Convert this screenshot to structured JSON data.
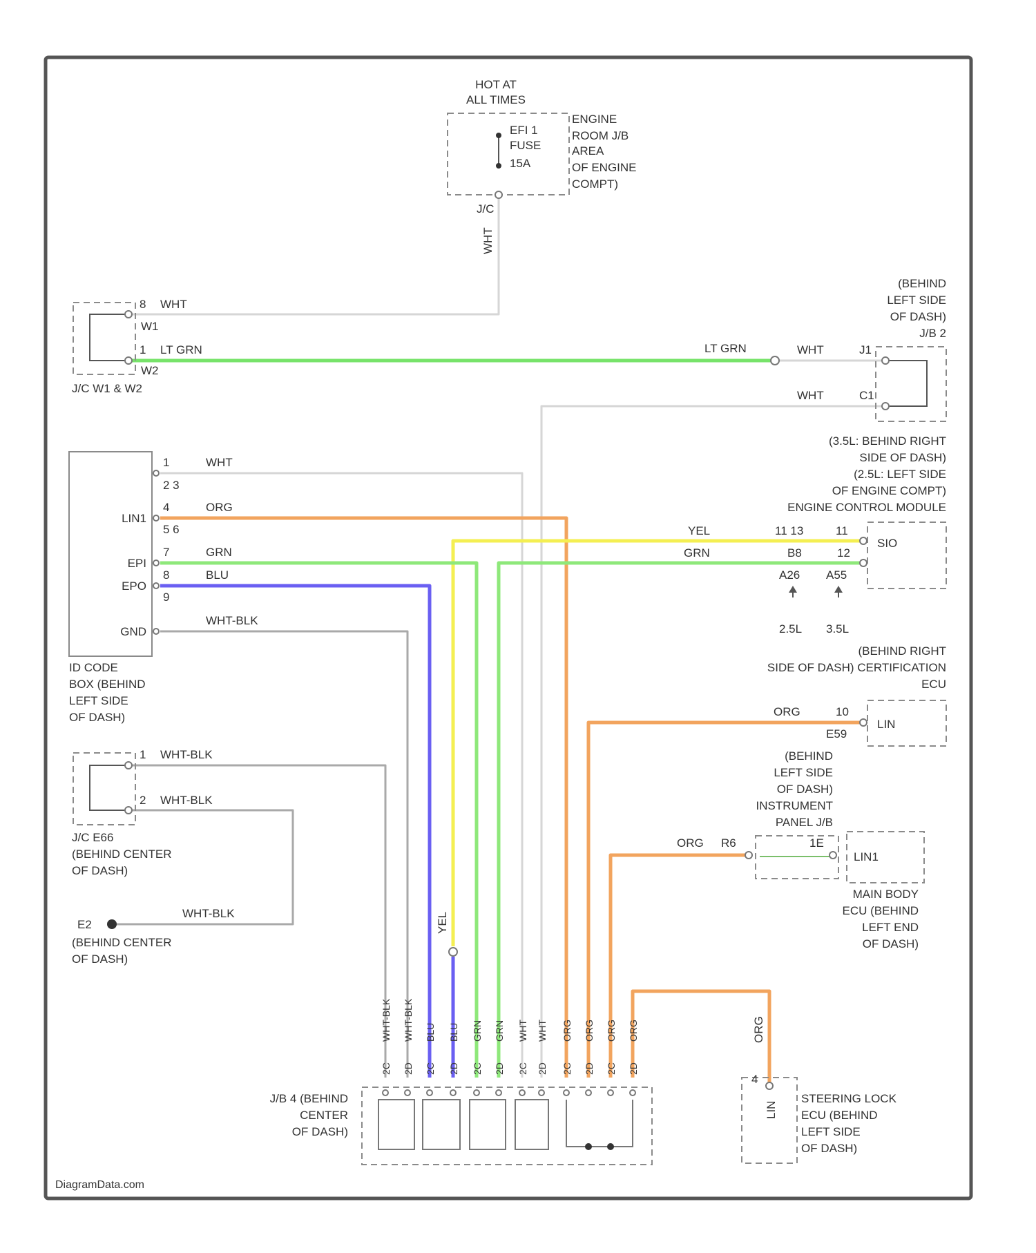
{
  "colors": {
    "wht": "#d6d6d6",
    "ltgrn": "#77e36a",
    "grn": "#8ee87a",
    "org": "#f2a45e",
    "yel": "#f4ef52",
    "blu": "#6a5ff2",
    "whtblk": "#a9a9a9"
  },
  "watermark": "DiagramData.com",
  "fuse": {
    "hot": "HOT AT",
    "hot2": "ALL TIMES",
    "l1": "EFI 1",
    "l2": "FUSE",
    "l3": "15A",
    "loc1": "ENGINE",
    "loc2": "ROOM J/B",
    "loc3": "AREA",
    "loc4": "OF ENGINE",
    "loc5": "COMPT)",
    "conn": "J/C",
    "wire": "WHT"
  },
  "jc1": {
    "pin_a": "8",
    "pin_b": "1",
    "conn_a": "W1",
    "conn_b": "W2",
    "name": "J/C W1 & W2",
    "wire_a": "WHT",
    "wire_b": "LT GRN"
  },
  "jb2": {
    "loc1": "(BEHIND",
    "loc2": "LEFT SIDE",
    "loc3": "OF DASH)",
    "name": "J/B 2",
    "pin_a": "J1",
    "pin_b": "C1",
    "wire_in": "LT GRN",
    "wire_a": "WHT",
    "wire_b": "WHT"
  },
  "ecm": {
    "l1": "(3.5L: BEHIND RIGHT",
    "l2": "SIDE OF DASH)",
    "l3": "(2.5L: LEFT SIDE",
    "l4": "OF ENGINE COMPT)",
    "name": "ENGINE CONTROL MODULE",
    "pin_label": "SIO",
    "pin1a": "11 13",
    "pin1b": "11",
    "pin2a": "B8",
    "pin2b": "12",
    "conn_a": "A26",
    "conn_b": "A55",
    "eng_a": "2.5L",
    "eng_b": "3.5L",
    "wire1": "YEL",
    "wire2": "GRN"
  },
  "idbox": {
    "p1": "1",
    "p2": "2 3",
    "p4": "4",
    "p5": "5 6",
    "p7": "7",
    "p8": "8",
    "p9": "9",
    "lin": "LIN1",
    "epi": "EPI",
    "epo": "EPO",
    "gnd": "GND",
    "n1": "ID CODE",
    "n2": "BOX (BEHIND",
    "n3": "LEFT SIDE",
    "n4": "OF DASH)",
    "w1": "WHT",
    "w4": "ORG",
    "w7": "GRN",
    "w8": "BLU",
    "wg": "WHT-BLK"
  },
  "cert": {
    "l1": "(BEHIND RIGHT",
    "l2": "SIDE OF DASH) CERTIFICATION",
    "l3": "ECU",
    "pin": "10",
    "conn": "E59",
    "label": "LIN",
    "wire": "ORG"
  },
  "jce": {
    "p1": "1",
    "p2": "2",
    "name": "J/C E66",
    "l2": "(BEHIND CENTER",
    "l3": "OF DASH)",
    "w1": "WHT-BLK",
    "w2": "WHT-BLK"
  },
  "gnd": {
    "label": "E2",
    "l1": "(BEHIND CENTER",
    "l2": "OF DASH)",
    "wire": "WHT-BLK"
  },
  "ipjb": {
    "l1": "(BEHIND",
    "l2": "LEFT SIDE",
    "l3": "OF DASH)",
    "l4": "INSTRUMENT",
    "l5": "PANEL J/B",
    "pin": "1E",
    "wire": "ORG",
    "conn": "R6"
  },
  "mainbody": {
    "label": "LIN1",
    "l1": "MAIN BODY",
    "l2": "ECU (BEHIND",
    "l3": "LEFT END",
    "l4": "OF DASH)"
  },
  "jb4": {
    "l1": "J/B 4 (BEHIND",
    "l2": "CENTER",
    "l3": "OF DASH)",
    "wires": [
      "WHT-BLK",
      "WHT-BLK",
      "BLU",
      "BLU",
      "GRN",
      "GRN",
      "WHT",
      "WHT",
      "ORG",
      "ORG",
      "ORG",
      "ORG"
    ],
    "pins": [
      "2C",
      "2D",
      "2C",
      "2D",
      "2C",
      "2D",
      "2C",
      "2D",
      "2C",
      "2D",
      "2C",
      "2D"
    ]
  },
  "yel_drop": "YEL",
  "steer": {
    "pin": "4",
    "label": "LIN",
    "l1": "STEERING LOCK",
    "l2": "ECU (BEHIND",
    "l3": "LEFT SIDE",
    "l4": "OF DASH)",
    "wire": "ORG"
  }
}
